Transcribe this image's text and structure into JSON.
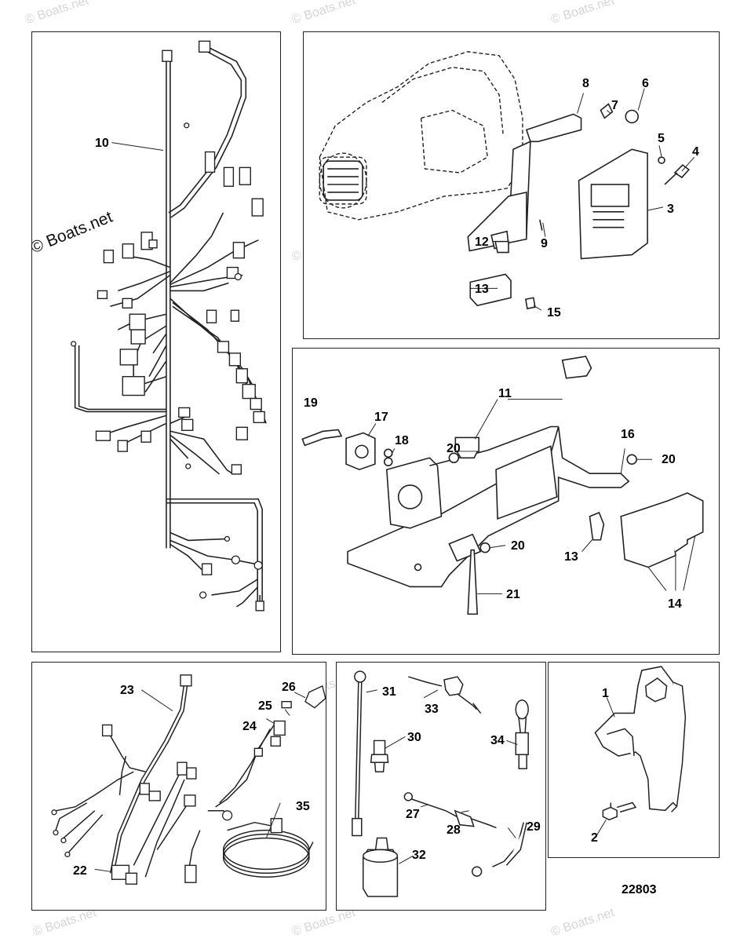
{
  "copyright_notice": "© Boats.net",
  "watermark_text": "© Boats.net",
  "figure_number": "22803",
  "colors": {
    "line": "#222222",
    "watermark": "#d6d6d6",
    "background": "#ffffff"
  },
  "panels": [
    {
      "id": "wiring-harness",
      "callouts": [
        "10"
      ]
    },
    {
      "id": "ecm-mount",
      "callouts": [
        "8",
        "6",
        "7",
        "5",
        "4",
        "3",
        "9",
        "12",
        "13",
        "15"
      ]
    },
    {
      "id": "relay-bracket",
      "callouts": [
        "11",
        "19",
        "17",
        "18",
        "20",
        "16",
        "20",
        "20",
        "13",
        "14",
        "21"
      ]
    },
    {
      "id": "harnesses-lower",
      "callouts": [
        "23",
        "26",
        "25",
        "24",
        "35",
        "22"
      ]
    },
    {
      "id": "sensors",
      "callouts": [
        "31",
        "33",
        "30",
        "34",
        "27",
        "28",
        "29",
        "32"
      ]
    },
    {
      "id": "bracket",
      "callouts": [
        "1",
        "2"
      ]
    }
  ]
}
